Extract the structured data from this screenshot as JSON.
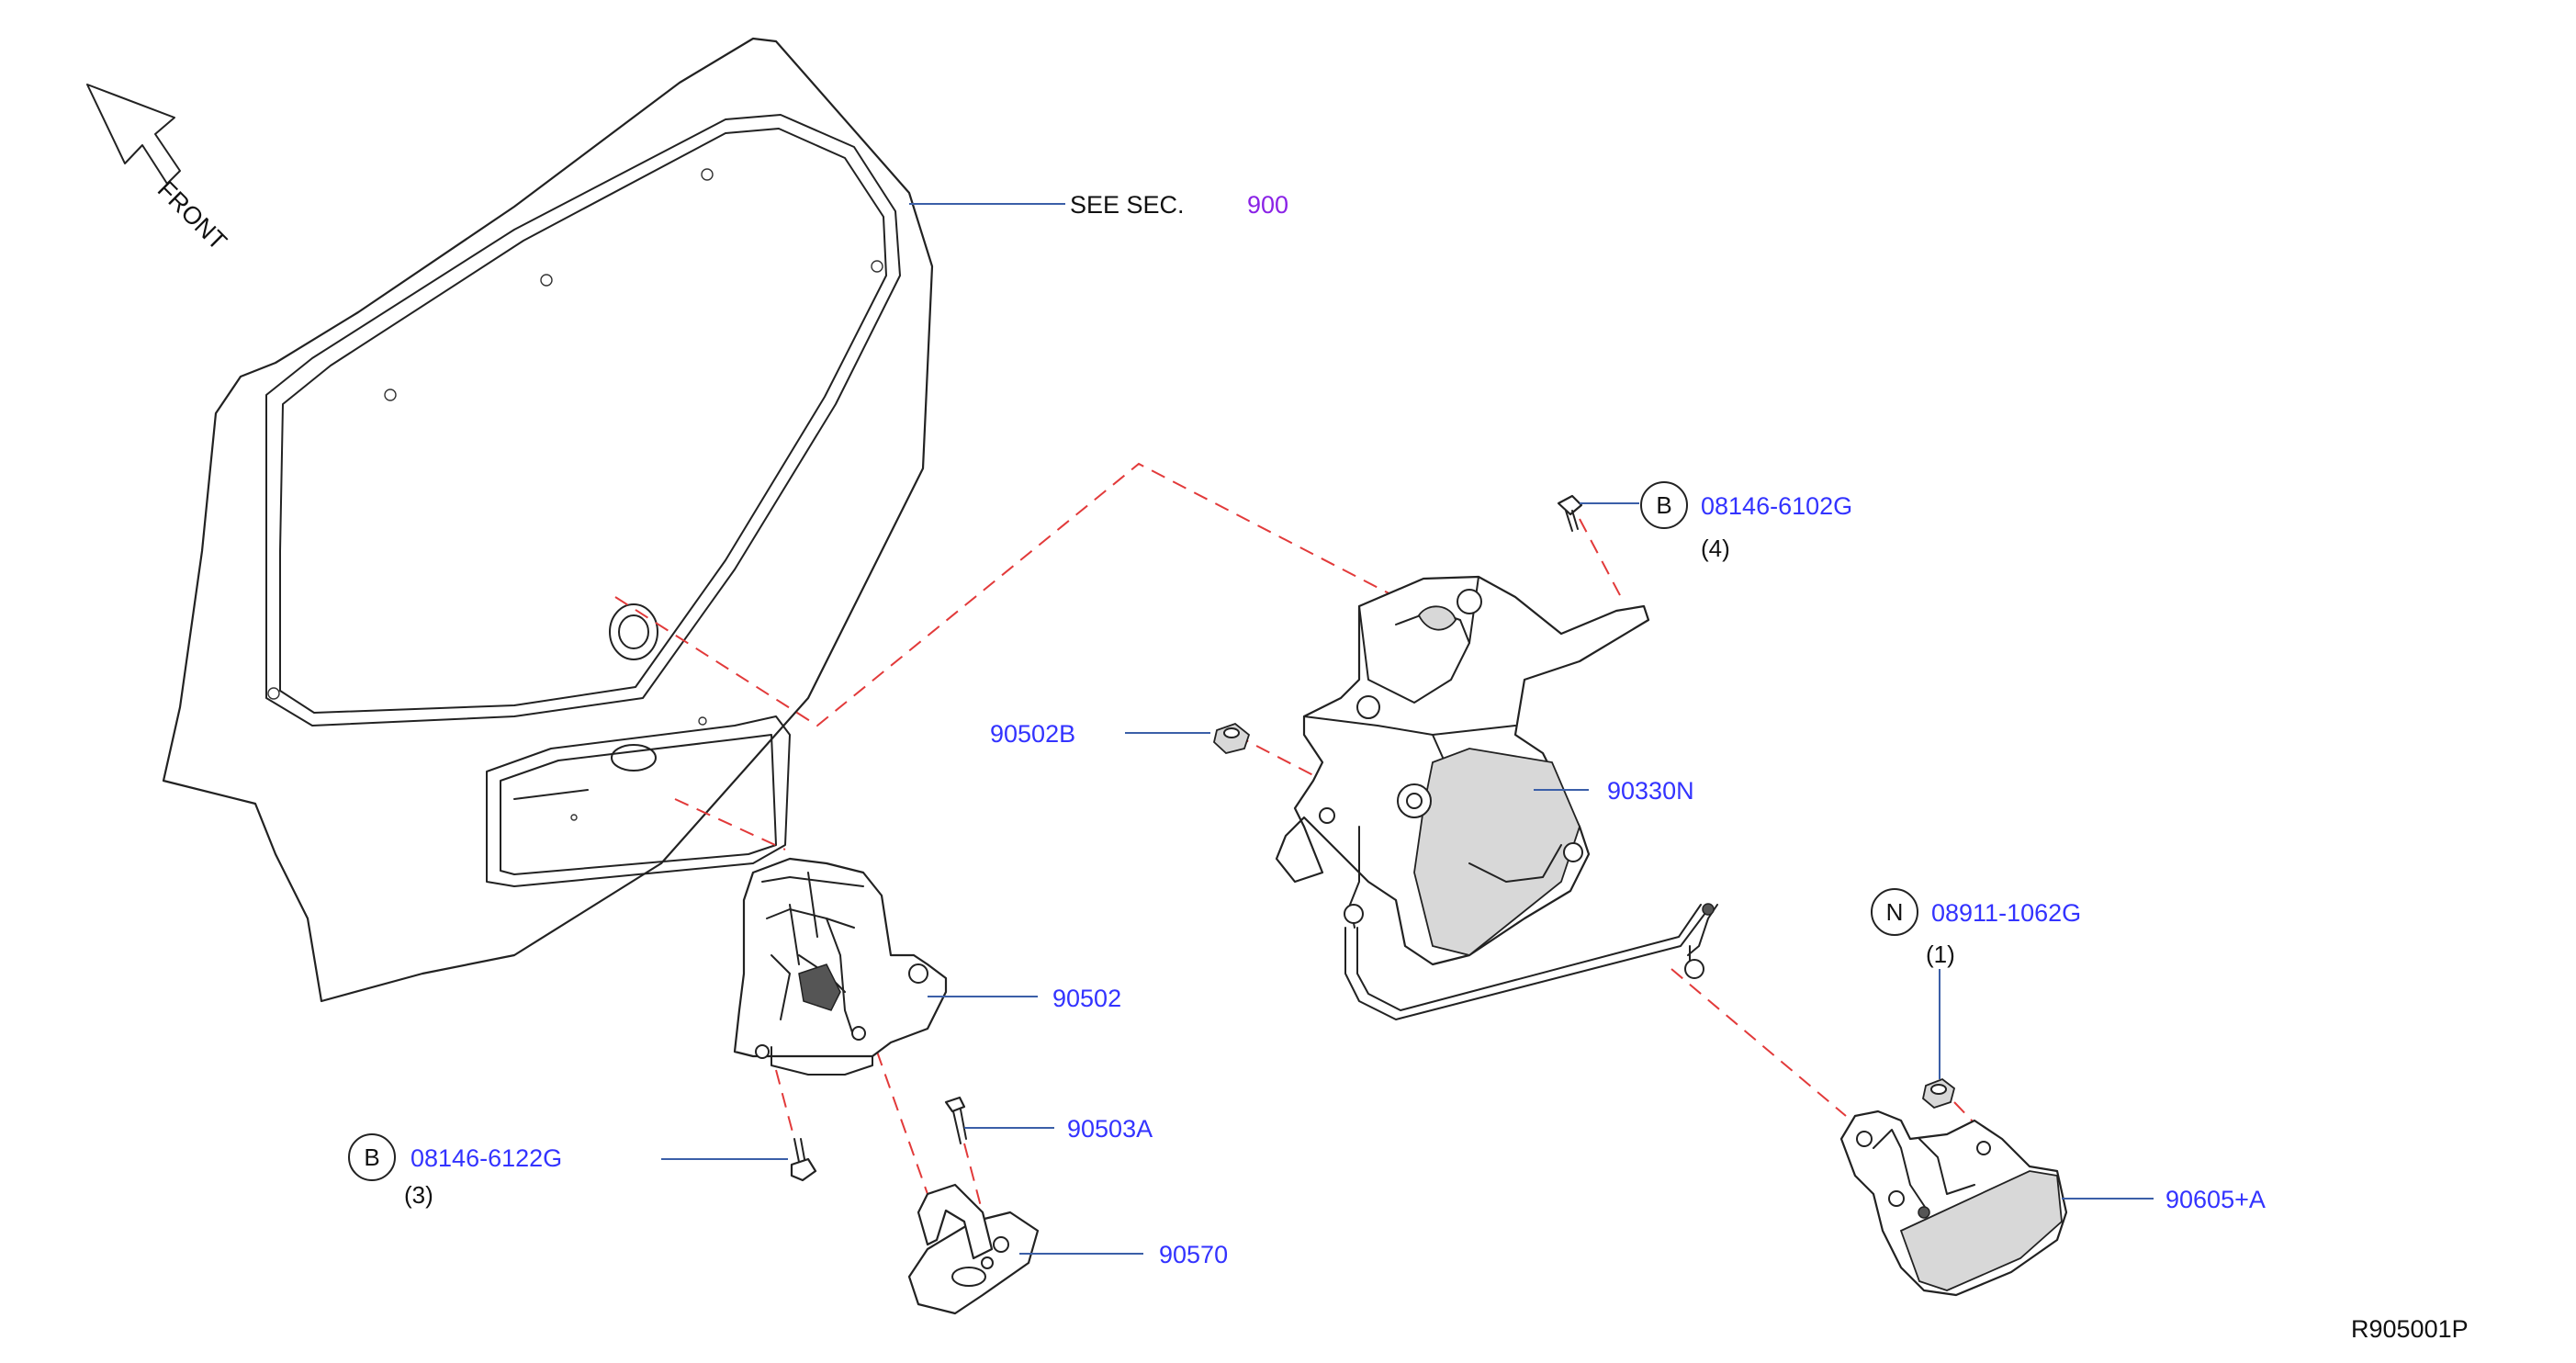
{
  "orientation": {
    "text": "FRONT",
    "icon": "front-arrow-icon"
  },
  "see_section": {
    "prefix": "SEE   SEC.",
    "number": "900",
    "number_color": "#8a22e6"
  },
  "parts": {
    "p90502B": "90502B",
    "p90330N": "90330N",
    "p90502": "90502",
    "p90503A": "90503A",
    "p90570": "90570",
    "p90605A": "90605+A"
  },
  "fasteners": {
    "bolt_top": {
      "symbol": "B",
      "part": "08146-6102G",
      "qty": "(4)"
    },
    "nut": {
      "symbol": "N",
      "part": "08911-1062G",
      "qty": "(1)"
    },
    "bolt_bottom": {
      "symbol": "B",
      "part": "08146-6122G",
      "qty": "(3)"
    }
  },
  "diagram_code": "R905001P",
  "colors": {
    "part_number": "#3333ff",
    "leader": "#3b5fa8",
    "hidden_line": "#e23a3a"
  }
}
